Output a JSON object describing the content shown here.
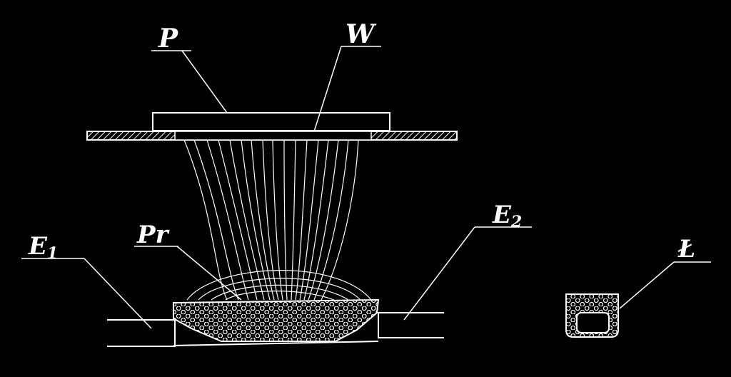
{
  "labels": {
    "p": "P",
    "w": "W",
    "e1": "E",
    "e1_sub": "1",
    "pr": "Pr",
    "e2": "E",
    "e2_sub": "2",
    "l": "Ł"
  },
  "colors": {
    "background": "#000000",
    "line": "#ffffff"
  }
}
